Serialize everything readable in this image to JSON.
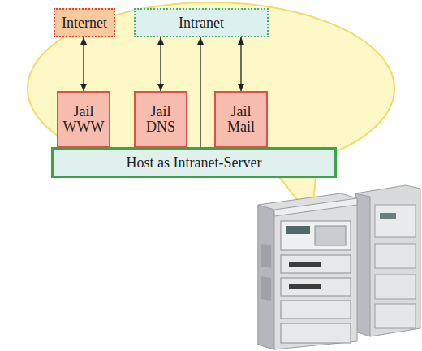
{
  "diagram": {
    "nodes": [
      {
        "text": [
          "Internet"
        ]
      },
      {
        "text": [
          "Intranet"
        ]
      },
      {
        "text": [
          "Jail WWW"
        ]
      },
      {
        "text": [
          "Jail DNS"
        ]
      },
      {
        "text": [
          "Jail Mail"
        ]
      },
      {
        "text": [
          "Host as Intranet-Server"
        ]
      }
    ],
    "edges": [
      {
        "from": 0,
        "to": 2,
        "arrow": "both"
      },
      {
        "from": 1,
        "to": 3,
        "arrow": "both"
      },
      {
        "from": 5,
        "to": 1,
        "arrow": "to"
      },
      {
        "from": 1,
        "to": 4,
        "arrow": "both"
      }
    ]
  }
}
